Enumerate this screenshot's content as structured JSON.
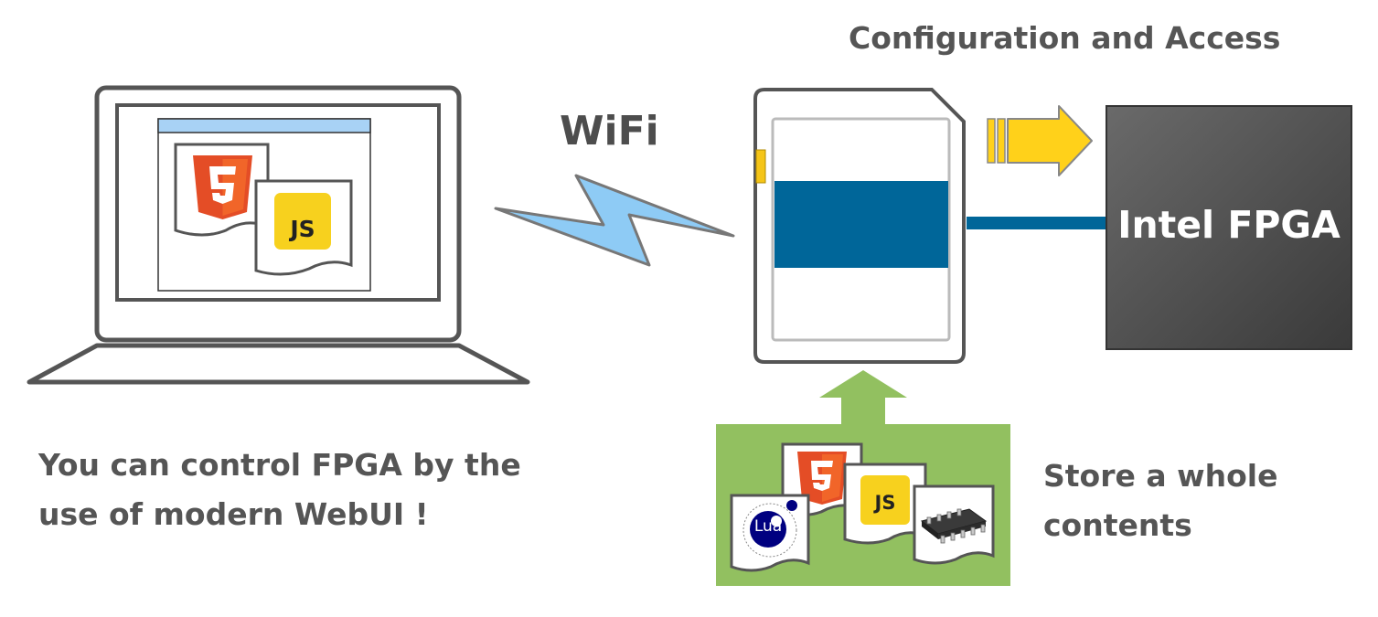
{
  "labels": {
    "wifi": "WiFi",
    "config": "Configuration and Access",
    "intel_fpga": "Intel FPGA",
    "control_line1": "You can control FPGA by the",
    "control_line2": "use of modern WebUI !",
    "store_line1": "Store a whole",
    "store_line2": "contents"
  },
  "badges": {
    "js_large": "JS",
    "js_small": "JS",
    "lua": "Lua"
  },
  "icons": [
    "laptop-icon",
    "html5-icon",
    "javascript-icon",
    "lua-icon",
    "ic-chip-icon",
    "sd-card-icon",
    "lightning-bolt-icon"
  ],
  "colors": {
    "outline": "#555555",
    "html5_orange": "#e44d26",
    "js_yellow": "#f7df1e",
    "lua_blue": "#000080",
    "wifi_blue": "#8ecbf5",
    "sd_stripe": "#006699",
    "arrow_yellow": "#ffd11a",
    "fpga_dark": "#555555",
    "storage_green": "#92c060"
  }
}
